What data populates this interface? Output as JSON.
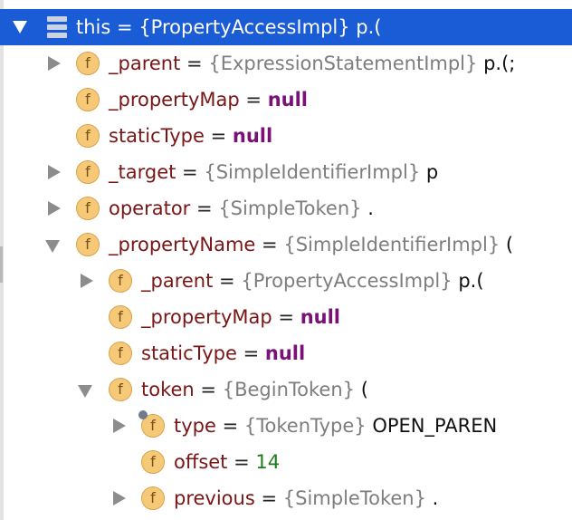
{
  "colors": {
    "selection": "#1a5cd6",
    "field_name": "#7b1515",
    "type_text": "#7d7d7d",
    "keyword": "#7a1178",
    "number": "#1a7d1a",
    "badge": "#f5c978"
  },
  "rows": [
    {
      "expander": "expanded",
      "icon": "stack-icon",
      "name": "this",
      "eq": "=",
      "type": "{PropertyAccessImpl}",
      "value": "p.("
    },
    {
      "expander": "collapsed",
      "icon": "field-f-icon",
      "badge": "f",
      "name": "_parent",
      "eq": "=",
      "type": "{ExpressionStatementImpl}",
      "value": "p.(;"
    },
    {
      "expander": "none",
      "icon": "field-f-icon",
      "badge": "f",
      "name": "_propertyMap",
      "eq": "=",
      "keyword": "null"
    },
    {
      "expander": "none",
      "icon": "field-f-icon",
      "badge": "f",
      "name": "staticType",
      "eq": "=",
      "keyword": "null"
    },
    {
      "expander": "collapsed",
      "icon": "field-f-icon",
      "badge": "f",
      "name": "_target",
      "eq": "=",
      "type": "{SimpleIdentifierImpl}",
      "value": "p"
    },
    {
      "expander": "collapsed",
      "icon": "field-f-icon",
      "badge": "f",
      "name": "operator",
      "eq": "=",
      "type": "{SimpleToken}",
      "value": "."
    },
    {
      "expander": "expanded",
      "icon": "field-f-icon",
      "badge": "f",
      "name": "_propertyName",
      "eq": "=",
      "type": "{SimpleIdentifierImpl}",
      "value": "("
    },
    {
      "expander": "collapsed",
      "icon": "field-f-icon",
      "badge": "f",
      "name": "_parent",
      "eq": "=",
      "type": "{PropertyAccessImpl}",
      "value": "p.("
    },
    {
      "expander": "none",
      "icon": "field-f-icon",
      "badge": "f",
      "name": "_propertyMap",
      "eq": "=",
      "keyword": "null"
    },
    {
      "expander": "none",
      "icon": "field-f-icon",
      "badge": "f",
      "name": "staticType",
      "eq": "=",
      "keyword": "null"
    },
    {
      "expander": "expanded",
      "icon": "field-f-icon",
      "badge": "f",
      "name": "token",
      "eq": "=",
      "type": "{BeginToken}",
      "value": "("
    },
    {
      "expander": "collapsed",
      "icon": "field-f-pinned-icon",
      "badge": "f",
      "name": "type",
      "eq": "=",
      "type": "{TokenType}",
      "value": "OPEN_PAREN"
    },
    {
      "expander": "none",
      "icon": "field-f-icon",
      "badge": "f",
      "name": "offset",
      "eq": "=",
      "number": "14"
    },
    {
      "expander": "collapsed",
      "icon": "field-f-icon",
      "badge": "f",
      "name": "previous",
      "eq": "=",
      "type": "{SimpleToken}",
      "value": "."
    }
  ]
}
